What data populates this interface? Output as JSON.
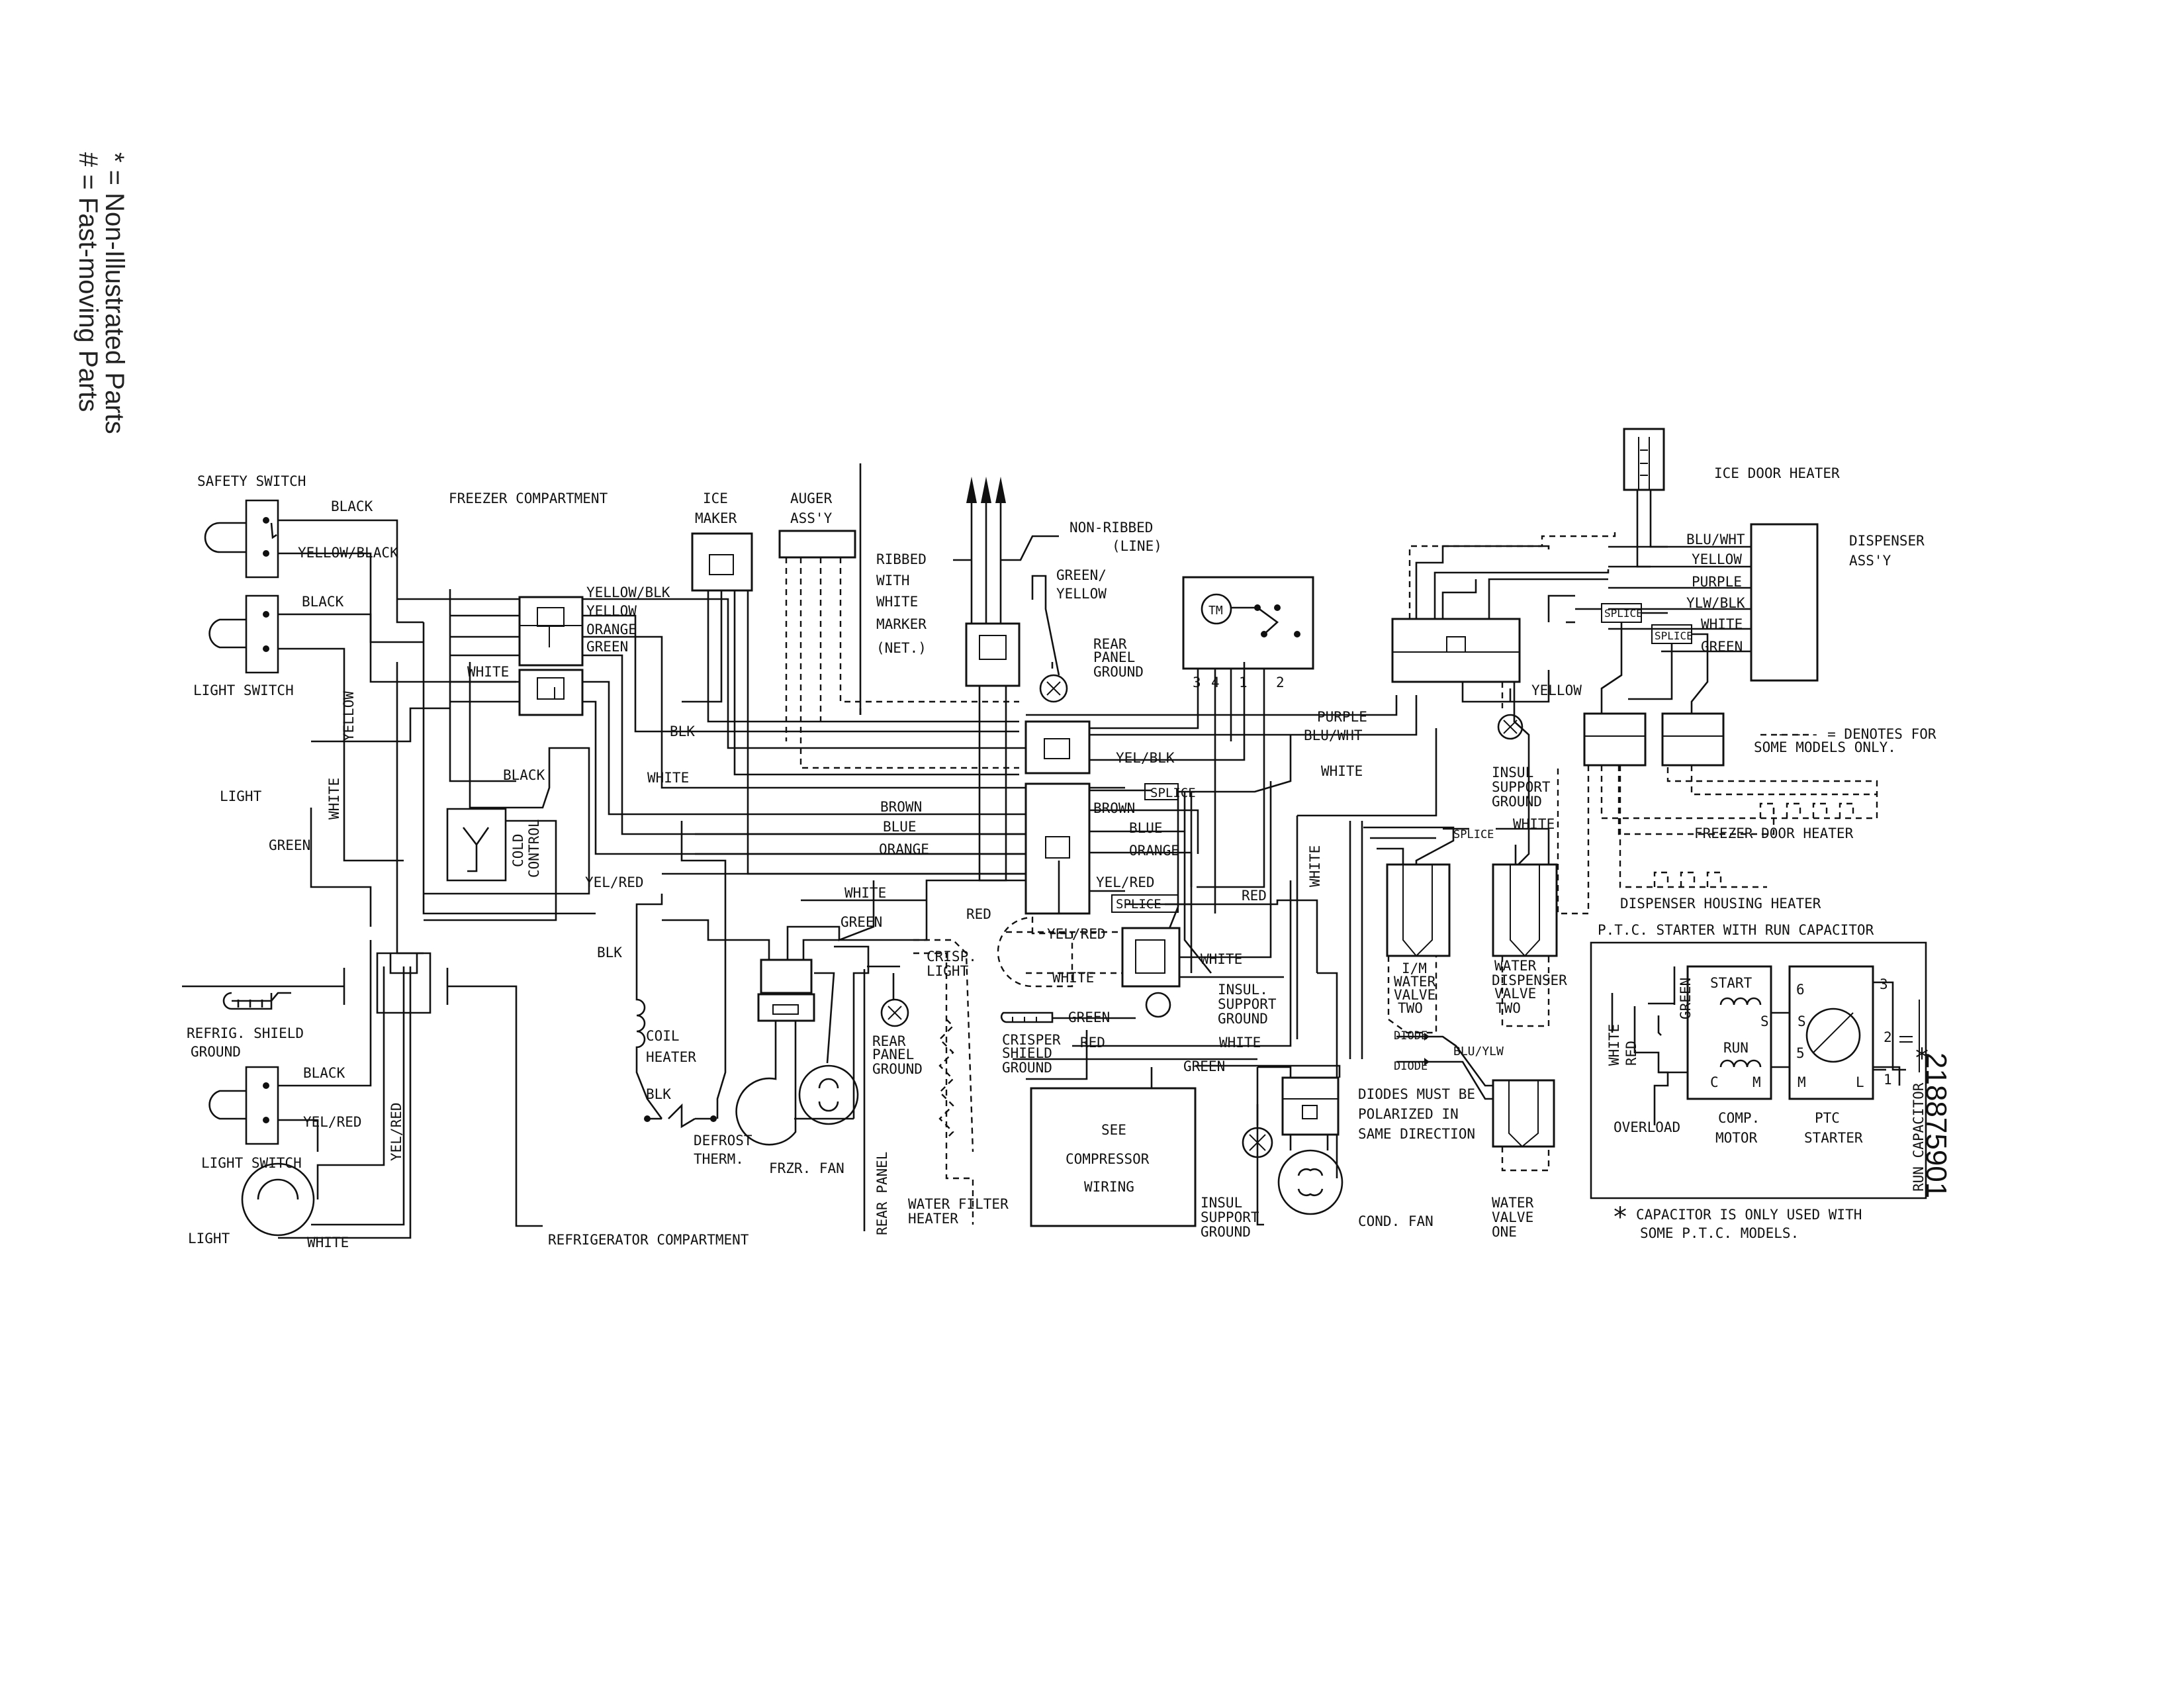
{
  "legend": {
    "line1": "# = Fast-moving Parts",
    "line2": "* = Non-Illustrated Parts"
  },
  "part_number": "218875901",
  "note_dashed": "- - - - = DENOTES FOR",
  "note_dashed_2": "SOME MODELS ONLY.",
  "capacitor_note_1": "CAPACITOR IS ONLY USED WITH",
  "capacitor_note_2": "SOME P.T.C. MODELS.",
  "asterisk": "*",
  "labels": {
    "safety_switch": "SAFETY SWITCH",
    "freezer_compartment": "FREEZER COMPARTMENT",
    "ice_maker_1": "ICE",
    "ice_maker_2": "MAKER",
    "auger_1": "AUGER",
    "auger_2": "ASS'Y",
    "ribbed_1": "RIBBED",
    "ribbed_2": "WITH",
    "ribbed_3": "WHITE",
    "ribbed_4": "MARKER",
    "ribbed_5": "(NET.)",
    "nonribbed_1": "NON-RIBBED",
    "nonribbed_2": "(LINE)",
    "green_yellow_1": "GREEN/",
    "green_yellow_2": "YELLOW",
    "rear_panel_ground_1": "REAR",
    "rear_panel_ground_2": "PANEL",
    "rear_panel_ground_3": "GROUND",
    "ice_door_heater": "ICE DOOR HEATER",
    "dispenser_1": "DISPENSER",
    "dispenser_2": "ASS'Y",
    "light_switch_top": "LIGHT SWITCH",
    "light_top": "LIGHT",
    "cold_control_1": "COLD",
    "cold_control_2": "CONTROL",
    "refrig_shield_1": "REFRIG. SHIELD",
    "refrig_shield_2": "GROUND",
    "light_switch_bottom": "LIGHT SWITCH",
    "light_bottom": "LIGHT",
    "refrigerator_compartment": "REFRIGERATOR COMPARTMENT",
    "coil_heater_1": "COIL",
    "coil_heater_2": "HEATER",
    "defrost_therm_1": "DEFROST",
    "defrost_therm_2": "THERM.",
    "frzr_fan": "FRZR. FAN",
    "rear_panel": "REAR PANEL",
    "rear_panel_ground2_1": "REAR",
    "rear_panel_ground2_2": "PANEL",
    "rear_panel_ground2_3": "GROUND",
    "crisp_light_1": "CRISP.",
    "crisp_light_2": "LIGHT",
    "water_filter_1": "WATER FILTER",
    "water_filter_2": "HEATER",
    "crisper_shield_1": "CRISPER",
    "crisper_shield_2": "SHIELD",
    "crisper_shield_3": "GROUND",
    "insul_support_1": "INSUL.",
    "insul_support_2": "SUPPORT",
    "insul_support_3": "GROUND",
    "see_comp_1": "SEE",
    "see_comp_2": "COMPRESSOR",
    "see_comp_3": "WIRING",
    "insul_support2_1": "INSUL",
    "insul_support2_2": "SUPPORT",
    "insul_support2_3": "GROUND",
    "cond_fan": "COND. FAN",
    "diodes_1": "DIODES MUST BE",
    "diodes_2": "POLARIZED IN",
    "diodes_3": "SAME DIRECTION",
    "diode_a": "DIODE",
    "diode_b": "DIODE",
    "im_valve_1": "I/M",
    "im_valve_2": "WATER",
    "im_valve_3": "VALVE",
    "im_valve_4": "TWO",
    "wd_valve_1": "WATER",
    "wd_valve_2": "DISPENSER",
    "wd_valve_3": "VALVE",
    "wd_valve_4": "TWO",
    "wv_one_1": "WATER",
    "wv_one_2": "VALVE",
    "wv_one_3": "ONE",
    "insul_support3_1": "INSUL",
    "insul_support3_2": "SUPPORT",
    "insul_support3_3": "GROUND",
    "freezer_door_heater": "FREEZER DOOR HEATER",
    "dispenser_housing_heater": "DISPENSER HOUSING HEATER",
    "ptc_title": "P.T.C. STARTER WITH RUN CAPACITOR",
    "start": "START",
    "run": "RUN",
    "s1": "S",
    "c": "C",
    "m1": "M",
    "s2": "S",
    "m2": "M",
    "l": "L",
    "overload": "OVERLOAD",
    "comp_motor_1": "COMP.",
    "comp_motor_2": "MOTOR",
    "ptc_starter_1": "PTC",
    "ptc_starter_2": "STARTER",
    "run_capacitor": "RUN CAPACITOR",
    "tm": "TM",
    "t3": "3",
    "t4": "4",
    "t1": "1",
    "t2": "2",
    "p6": "6",
    "p5": "5",
    "p3": "3",
    "p2": "2",
    "p1": "1"
  },
  "wires": {
    "black1": "BLACK",
    "yellow_black": "YELLOW/BLACK",
    "black2": "BLACK",
    "yellow_v": "YELLOW",
    "white_v": "WHITE",
    "green1": "GREEN",
    "black3": "BLACK",
    "white_h": "WHITE",
    "yel_red1": "YEL/RED",
    "yellow_blk_c": "YELLOW/BLK",
    "yellow_c": "YELLOW",
    "orange_c": "ORANGE",
    "green_c": "GREEN",
    "blk1": "BLK",
    "white2": "WHITE",
    "brown1": "BROWN",
    "blue1": "BLUE",
    "orange1": "ORANGE",
    "white3": "WHITE",
    "green2": "GREEN",
    "red1": "RED",
    "blk2": "BLK",
    "blk3": "BLK",
    "yel_blk": "YEL/BLK",
    "purple": "PURPLE",
    "blu_wht": "BLU/WHT",
    "white4": "WHITE",
    "splice1": "SPLICE",
    "brown2": "BROWN",
    "blue2": "BLUE",
    "orange2": "ORANGE",
    "yel_red2": "YEL/RED",
    "splice2": "SPLICE",
    "red2": "RED",
    "white_v2": "WHITE",
    "yel_red3": "YEL/RED",
    "white5": "WHITE",
    "white6": "WHITE",
    "green3": "GREEN",
    "red3": "RED",
    "white7": "WHITE",
    "green4": "GREEN",
    "yellow2": "YELLOW",
    "splice3": "SPLICE",
    "white8": "WHITE",
    "blu_ylw": "BLU/YLW",
    "blu_wht2": "BLU/WHT",
    "yellow3": "YELLOW",
    "purple2": "PURPLE",
    "ylw_blk": "YLW/BLK",
    "white9": "WHITE",
    "green5": "GREEN",
    "splice4": "SPLICE",
    "splice5": "SPLICE",
    "black4": "BLACK",
    "yel_red4": "YEL/RED",
    "yel_red_v": "YEL/RED",
    "white10": "WHITE",
    "green_v": "GREEN",
    "white_v3": "WHITE",
    "red_v": "RED"
  }
}
